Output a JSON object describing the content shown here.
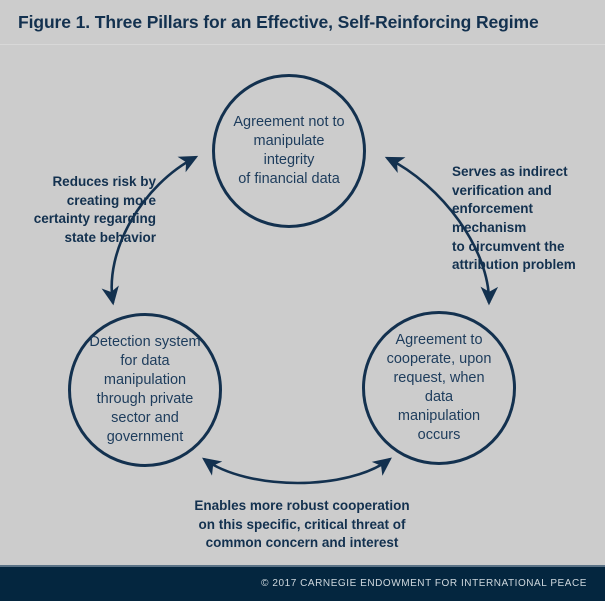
{
  "figure": {
    "title": "Figure 1. Three Pillars for an Effective, Self-Reinforcing Regime",
    "background_color": "#cccccc",
    "accent_color": "#13314f",
    "footer_background": "#04263f"
  },
  "nodes": [
    {
      "id": "agreement-integrity",
      "label": "Agreement not to\nmanipulate integrity\nof financial data",
      "position": "top"
    },
    {
      "id": "detection-system",
      "label": "Detection system\nfor data manipulation\nthrough private\nsector and\ngovernment",
      "position": "bottom-left"
    },
    {
      "id": "agreement-cooperate",
      "label": "Agreement to\ncooperate, upon\nrequest, when data\nmanipulation occurs",
      "position": "bottom-right"
    }
  ],
  "edges": [
    {
      "id": "left-edge",
      "label": "Reduces risk by\ncreating more\ncertainty regarding\nstate behavior",
      "connects": "detection-system <-> agreement-integrity",
      "arrow_style": "double-headed-curve"
    },
    {
      "id": "right-edge",
      "label": "Serves as indirect\nverification and\nenforcement mechanism\nto circumvent the\nattribution problem",
      "connects": "agreement-integrity <-> agreement-cooperate",
      "arrow_style": "double-headed-curve"
    },
    {
      "id": "bottom-edge",
      "label": "Enables more robust cooperation\non this specific, critical threat of\ncommon concern and interest",
      "connects": "detection-system <-> agreement-cooperate",
      "arrow_style": "double-headed-curve"
    }
  ],
  "footer": {
    "credit": "© 2017 CARNEGIE ENDOWMENT FOR INTERNATIONAL PEACE"
  }
}
